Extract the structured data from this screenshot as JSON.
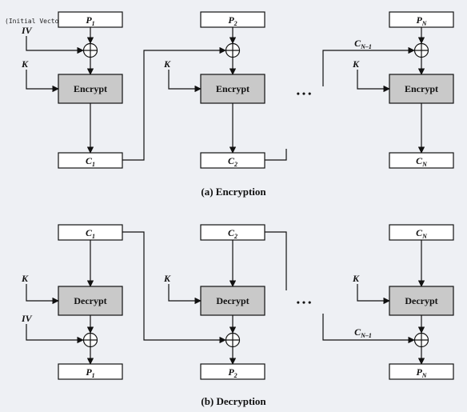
{
  "annotation": "(Initial Vector)",
  "captions": {
    "encryption": "(a) Encryption",
    "decryption": "(b) Decryption"
  },
  "encryption": {
    "plaintext": [
      {
        "base": "P",
        "sub": "1"
      },
      {
        "base": "P",
        "sub": "2"
      },
      {
        "base": "P",
        "sub": "N"
      }
    ],
    "ciphertext": [
      {
        "base": "C",
        "sub": "1"
      },
      {
        "base": "C",
        "sub": "2"
      },
      {
        "base": "C",
        "sub": "N"
      }
    ],
    "block_label": "Encrypt",
    "key_label": "K",
    "iv_label": "IV",
    "feedback_label": {
      "base": "C",
      "sub": "N–1"
    },
    "ellipsis": "• • •"
  },
  "decryption": {
    "ciphertext": [
      {
        "base": "C",
        "sub": "1"
      },
      {
        "base": "C",
        "sub": "2"
      },
      {
        "base": "C",
        "sub": "N"
      }
    ],
    "plaintext": [
      {
        "base": "P",
        "sub": "1"
      },
      {
        "base": "P",
        "sub": "2"
      },
      {
        "base": "P",
        "sub": "N"
      }
    ],
    "block_label": "Decrypt",
    "key_label": "K",
    "iv_label": "IV",
    "feedback_label": {
      "base": "C",
      "sub": "N–1"
    },
    "ellipsis": "• • •"
  }
}
